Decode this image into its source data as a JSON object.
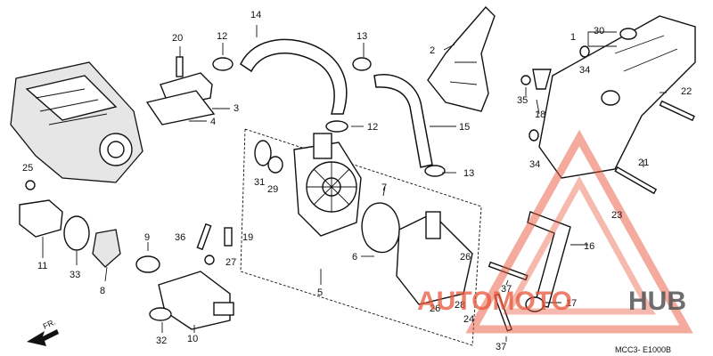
{
  "diagram": {
    "code": "MCC3- E1000B",
    "front_marker": "FR."
  },
  "callouts": [
    "1",
    "2",
    "3",
    "4",
    "5",
    "6",
    "7",
    "8",
    "9",
    "10",
    "11",
    "12",
    "12",
    "13",
    "13",
    "14",
    "15",
    "16",
    "17",
    "18",
    "19",
    "20",
    "21",
    "22",
    "23",
    "24",
    "25",
    "26",
    "26",
    "27",
    "28",
    "29",
    "30",
    "31",
    "32",
    "33",
    "34",
    "34",
    "35",
    "36",
    "37",
    "37"
  ],
  "watermark": {
    "text_a": "AUTOMOTO",
    "text_b": "HUB",
    "color_a": "#e8553a",
    "color_b": "#555555"
  }
}
